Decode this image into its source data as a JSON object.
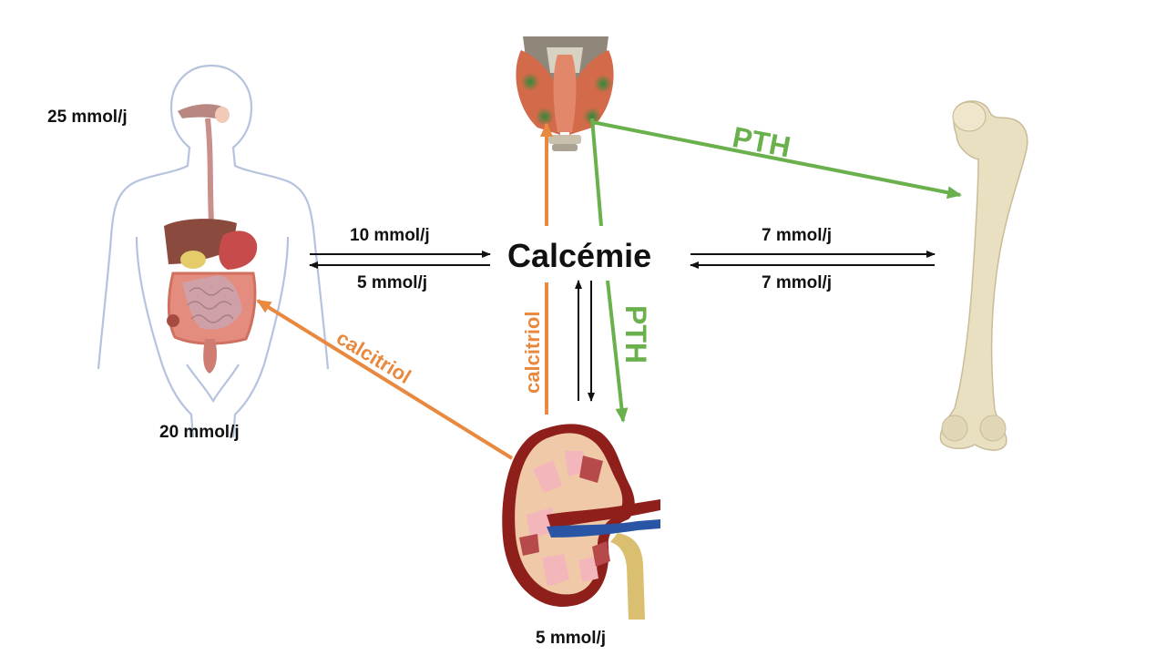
{
  "title": "Calcémie",
  "colors": {
    "calcitriol": "#E8893F",
    "pth": "#6AB04C",
    "flux": "#111111"
  },
  "organs": {
    "digestive": {
      "name": "digestive-system",
      "intake_label": "25 mmol/j",
      "excretion_label": "20 mmol/j"
    },
    "thyroid": {
      "name": "parathyroid-glands"
    },
    "kidney": {
      "name": "kidney",
      "excretion_label": "5 mmol/j"
    },
    "bone": {
      "name": "femur-bone"
    }
  },
  "fluxes": {
    "gut_to_blood": "10 mmol/j",
    "blood_to_gut": "5 mmol/j",
    "blood_to_bone": "7 mmol/j",
    "bone_to_blood": "7 mmol/j"
  },
  "hormones": {
    "pth_bone": "PTH",
    "pth_kidney": "PTH",
    "calcitriol_vertical": "calcitriol",
    "calcitriol_gut": "calcitriol"
  }
}
